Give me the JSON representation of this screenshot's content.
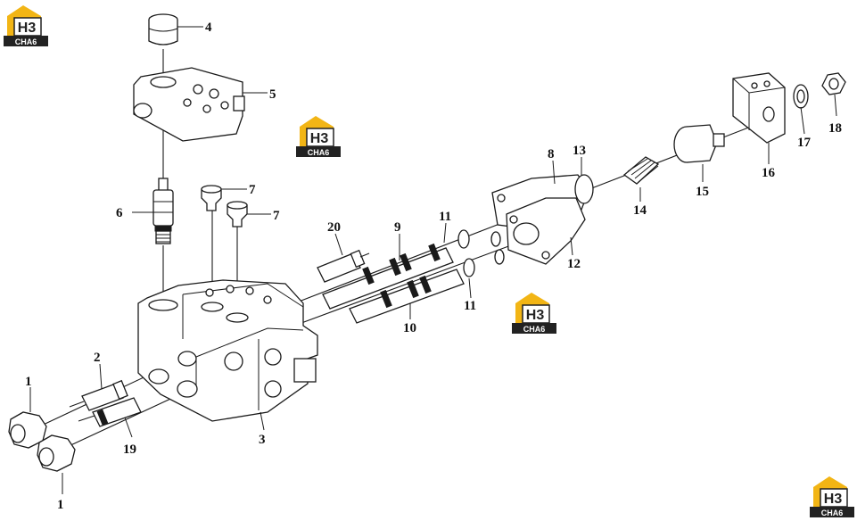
{
  "logos": [
    {
      "mark": "H3",
      "text": "CHA6"
    },
    {
      "mark": "H3",
      "text": "CHA6"
    },
    {
      "mark": "H3",
      "text": "CHA6"
    },
    {
      "mark": "H3",
      "text": "CHA6"
    }
  ],
  "callouts": [
    "4",
    "5",
    "6",
    "7",
    "7",
    "20",
    "9",
    "11",
    "8",
    "13",
    "14",
    "15",
    "16",
    "17",
    "18",
    "12",
    "11",
    "10",
    "2",
    "1",
    "19",
    "3",
    "1"
  ],
  "colors": {
    "logo_yellow": "#f2b515",
    "logo_dark": "#222222",
    "line": "#1a1a1a"
  }
}
